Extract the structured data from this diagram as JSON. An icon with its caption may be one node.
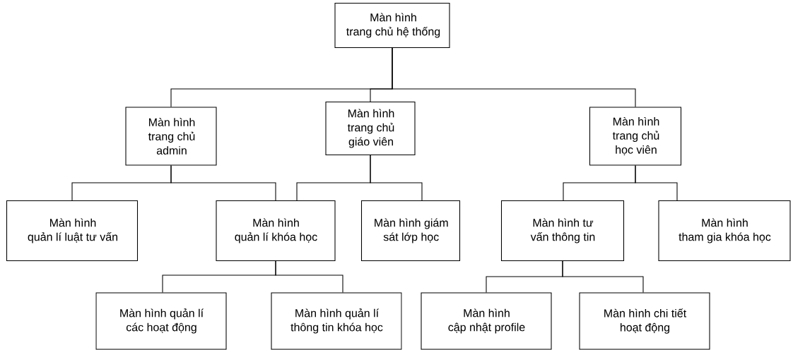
{
  "diagram": {
    "nodes": [
      {
        "text": [
          "Màn hình trang chủ hệ thống"
        ]
      },
      {
        "text": [
          "Màn hình trang chủ admin"
        ]
      },
      {
        "text": [
          "Màn hình trang chủ giáo viên"
        ]
      },
      {
        "text": [
          "Màn hình trang chủ học viên"
        ]
      },
      {
        "text": [
          "Màn hình quản lí luật tư vấn"
        ]
      },
      {
        "text": [
          "Màn hình quản lí khóa học"
        ]
      },
      {
        "text": [
          "Màn hình giám sát lớp học"
        ]
      },
      {
        "text": [
          "Màn hình tư vấn thông tin"
        ]
      },
      {
        "text": [
          "Màn hình tham gia khóa học"
        ]
      },
      {
        "text": [
          "Màn hình quản lí các hoạt động"
        ]
      },
      {
        "text": [
          "Màn hình quản lí thông tin khóa học"
        ]
      },
      {
        "text": [
          "Màn hình cập nhật profile"
        ]
      },
      {
        "text": [
          "Màn hình chi tiết hoạt động"
        ]
      }
    ],
    "edges": [
      {
        "from": 0,
        "to": 1,
        "arrow": "none"
      },
      {
        "from": 0,
        "to": 2,
        "arrow": "none"
      },
      {
        "from": 0,
        "to": 3,
        "arrow": "none"
      },
      {
        "from": 1,
        "to": 4,
        "arrow": "none"
      },
      {
        "from": 1,
        "to": 5,
        "arrow": "none"
      },
      {
        "from": 2,
        "to": 5,
        "arrow": "none"
      },
      {
        "from": 2,
        "to": 6,
        "arrow": "none"
      },
      {
        "from": 3,
        "to": 7,
        "arrow": "none"
      },
      {
        "from": 3,
        "to": 8,
        "arrow": "none"
      },
      {
        "from": 5,
        "to": 9,
        "arrow": "none"
      },
      {
        "from": 5,
        "to": 10,
        "arrow": "none"
      },
      {
        "from": 7,
        "to": 11,
        "arrow": "none"
      },
      {
        "from": 7,
        "to": 12,
        "arrow": "none"
      }
    ]
  }
}
